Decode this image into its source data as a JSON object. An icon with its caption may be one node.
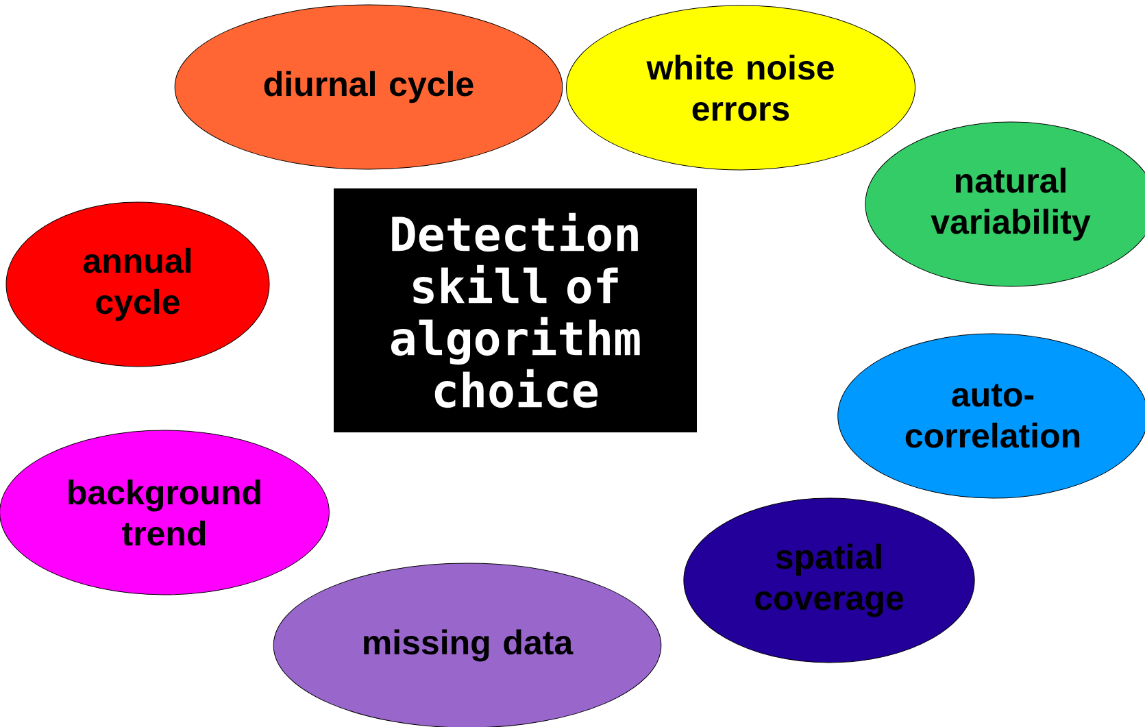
{
  "diagram": {
    "nodes": [
      {
        "text": [
          "diurnal cycle"
        ]
      },
      {
        "text": [
          "white noise errors"
        ]
      },
      {
        "text": [
          "natural variability"
        ]
      },
      {
        "text": [
          "annual cycle"
        ]
      },
      {
        "text": [
          "Detection skill of algorithm choice"
        ]
      },
      {
        "text": [
          "auto-correlation"
        ]
      },
      {
        "text": [
          "background trend"
        ]
      },
      {
        "text": [
          "spatial coverage"
        ]
      },
      {
        "text": [
          "missing data"
        ]
      }
    ]
  }
}
